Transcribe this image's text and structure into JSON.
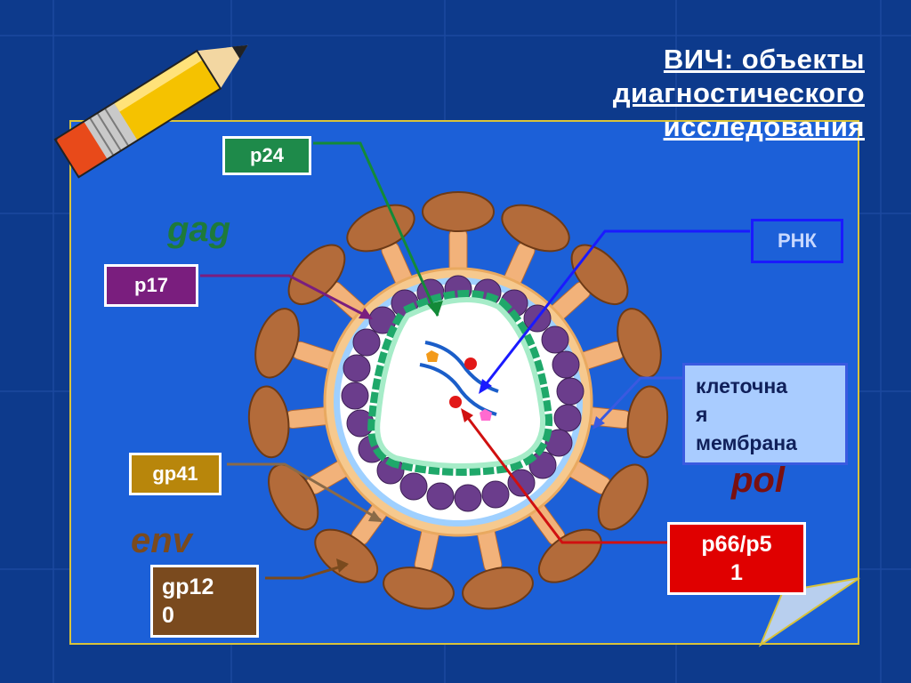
{
  "title": {
    "line1": "ВИЧ: объекты",
    "line2": "диагностического",
    "line3": "исследования"
  },
  "labels": {
    "p24": "p24",
    "p17": "p17",
    "rnk": "РНК",
    "membrane": [
      "клеточна",
      "я",
      "мембрана"
    ],
    "gp41": "gp41",
    "gp120": [
      "gp12",
      "0"
    ],
    "p66p51": [
      "p66/p5",
      "1"
    ]
  },
  "genes": {
    "gag": "gag",
    "pol": "pol",
    "env": "env"
  },
  "colors": {
    "background": "#0d3a8c",
    "card": "#1c60d8",
    "card_border": "#d9c33a",
    "p24": "#1e8a4a",
    "p17": "#7a1e7e",
    "rnk": "#1c60d8",
    "membrane_fill": "#a9ccff",
    "gp41": "#b8860b",
    "gp120": "#7a4a1e",
    "p66p51": "#e00000",
    "gag": "#1e7a3a",
    "pol": "#7a1010",
    "env": "#7a4a1e"
  },
  "icons": [
    "pencil-icon"
  ]
}
